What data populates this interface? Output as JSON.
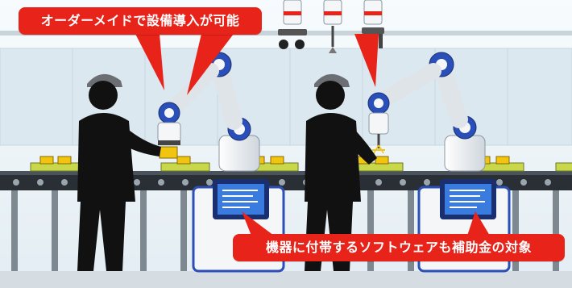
{
  "callouts": {
    "top": "オーダーメイドで設備導入が可能",
    "bottom": "機器に付帯するソフトウェアも補助金の対象"
  },
  "colors": {
    "callout_red": "#e8231a",
    "robot_accent_blue": "#2b4fb8",
    "robot_white": "#f4f6f8",
    "worker_black": "#111111",
    "conveyor_dark": "#2a2f35",
    "product_yellow": "#f1c40f",
    "background_light_blue": "#eef4f8"
  },
  "icons": [
    "worker-figure",
    "collaborative-robot-arm",
    "gripper-tool",
    "conveyor-belt",
    "control-terminal-screen"
  ]
}
